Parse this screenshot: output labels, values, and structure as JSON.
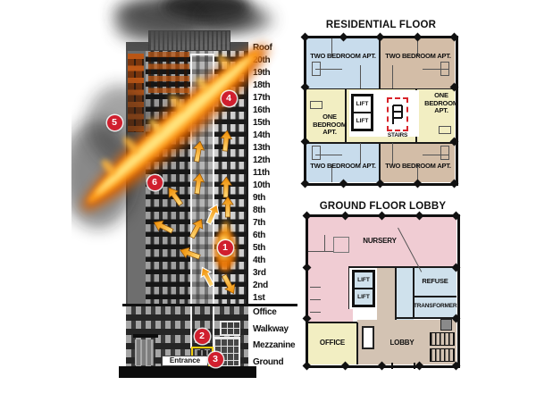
{
  "building": {
    "entrance_label": "Entrance",
    "floors_tower": [
      "Roof",
      "20th",
      "19th",
      "18th",
      "17th",
      "16th",
      "15th",
      "14th",
      "13th",
      "12th",
      "11th",
      "10th",
      "9th",
      "8th",
      "7th",
      "6th",
      "5th",
      "4th",
      "3rd",
      "2nd",
      "1st"
    ],
    "floors_podium": [
      "Office",
      "Walkway",
      "Mezzanine",
      "Ground"
    ],
    "markers": [
      "1",
      "2",
      "3",
      "4",
      "5",
      "6"
    ]
  },
  "residential_plan": {
    "title": "RESIDENTIAL FLOOR",
    "two_bedroom_label": "TWO BEDROOM APT.",
    "one_bedroom_label": "ONE BEDROOM APT.",
    "lift_label": "LIFT",
    "stairs_label": "STAIRS"
  },
  "ground_plan": {
    "title": "GROUND FLOOR LOBBY",
    "nursery_label": "NURSERY",
    "refuse_label": "REFUSE",
    "transformer_label": "TRANSFORMER",
    "office_label": "OFFICE",
    "lobby_label": "LOBBY",
    "lift_label": "LIFT"
  },
  "colors": {
    "apt_blue": "#c8dcec",
    "apt_tan": "#d3bda7",
    "apt_yellow": "#f2eec2",
    "nursery_pink": "#f0ccd3",
    "utility_blue": "#cfe1ec",
    "lobby_tan": "#d3c3b3",
    "marker_red": "#d01f2e",
    "flame_orange": "#f39200",
    "highlight_yellow": "#f2cf0e",
    "stairs_red": "#d8232a"
  }
}
